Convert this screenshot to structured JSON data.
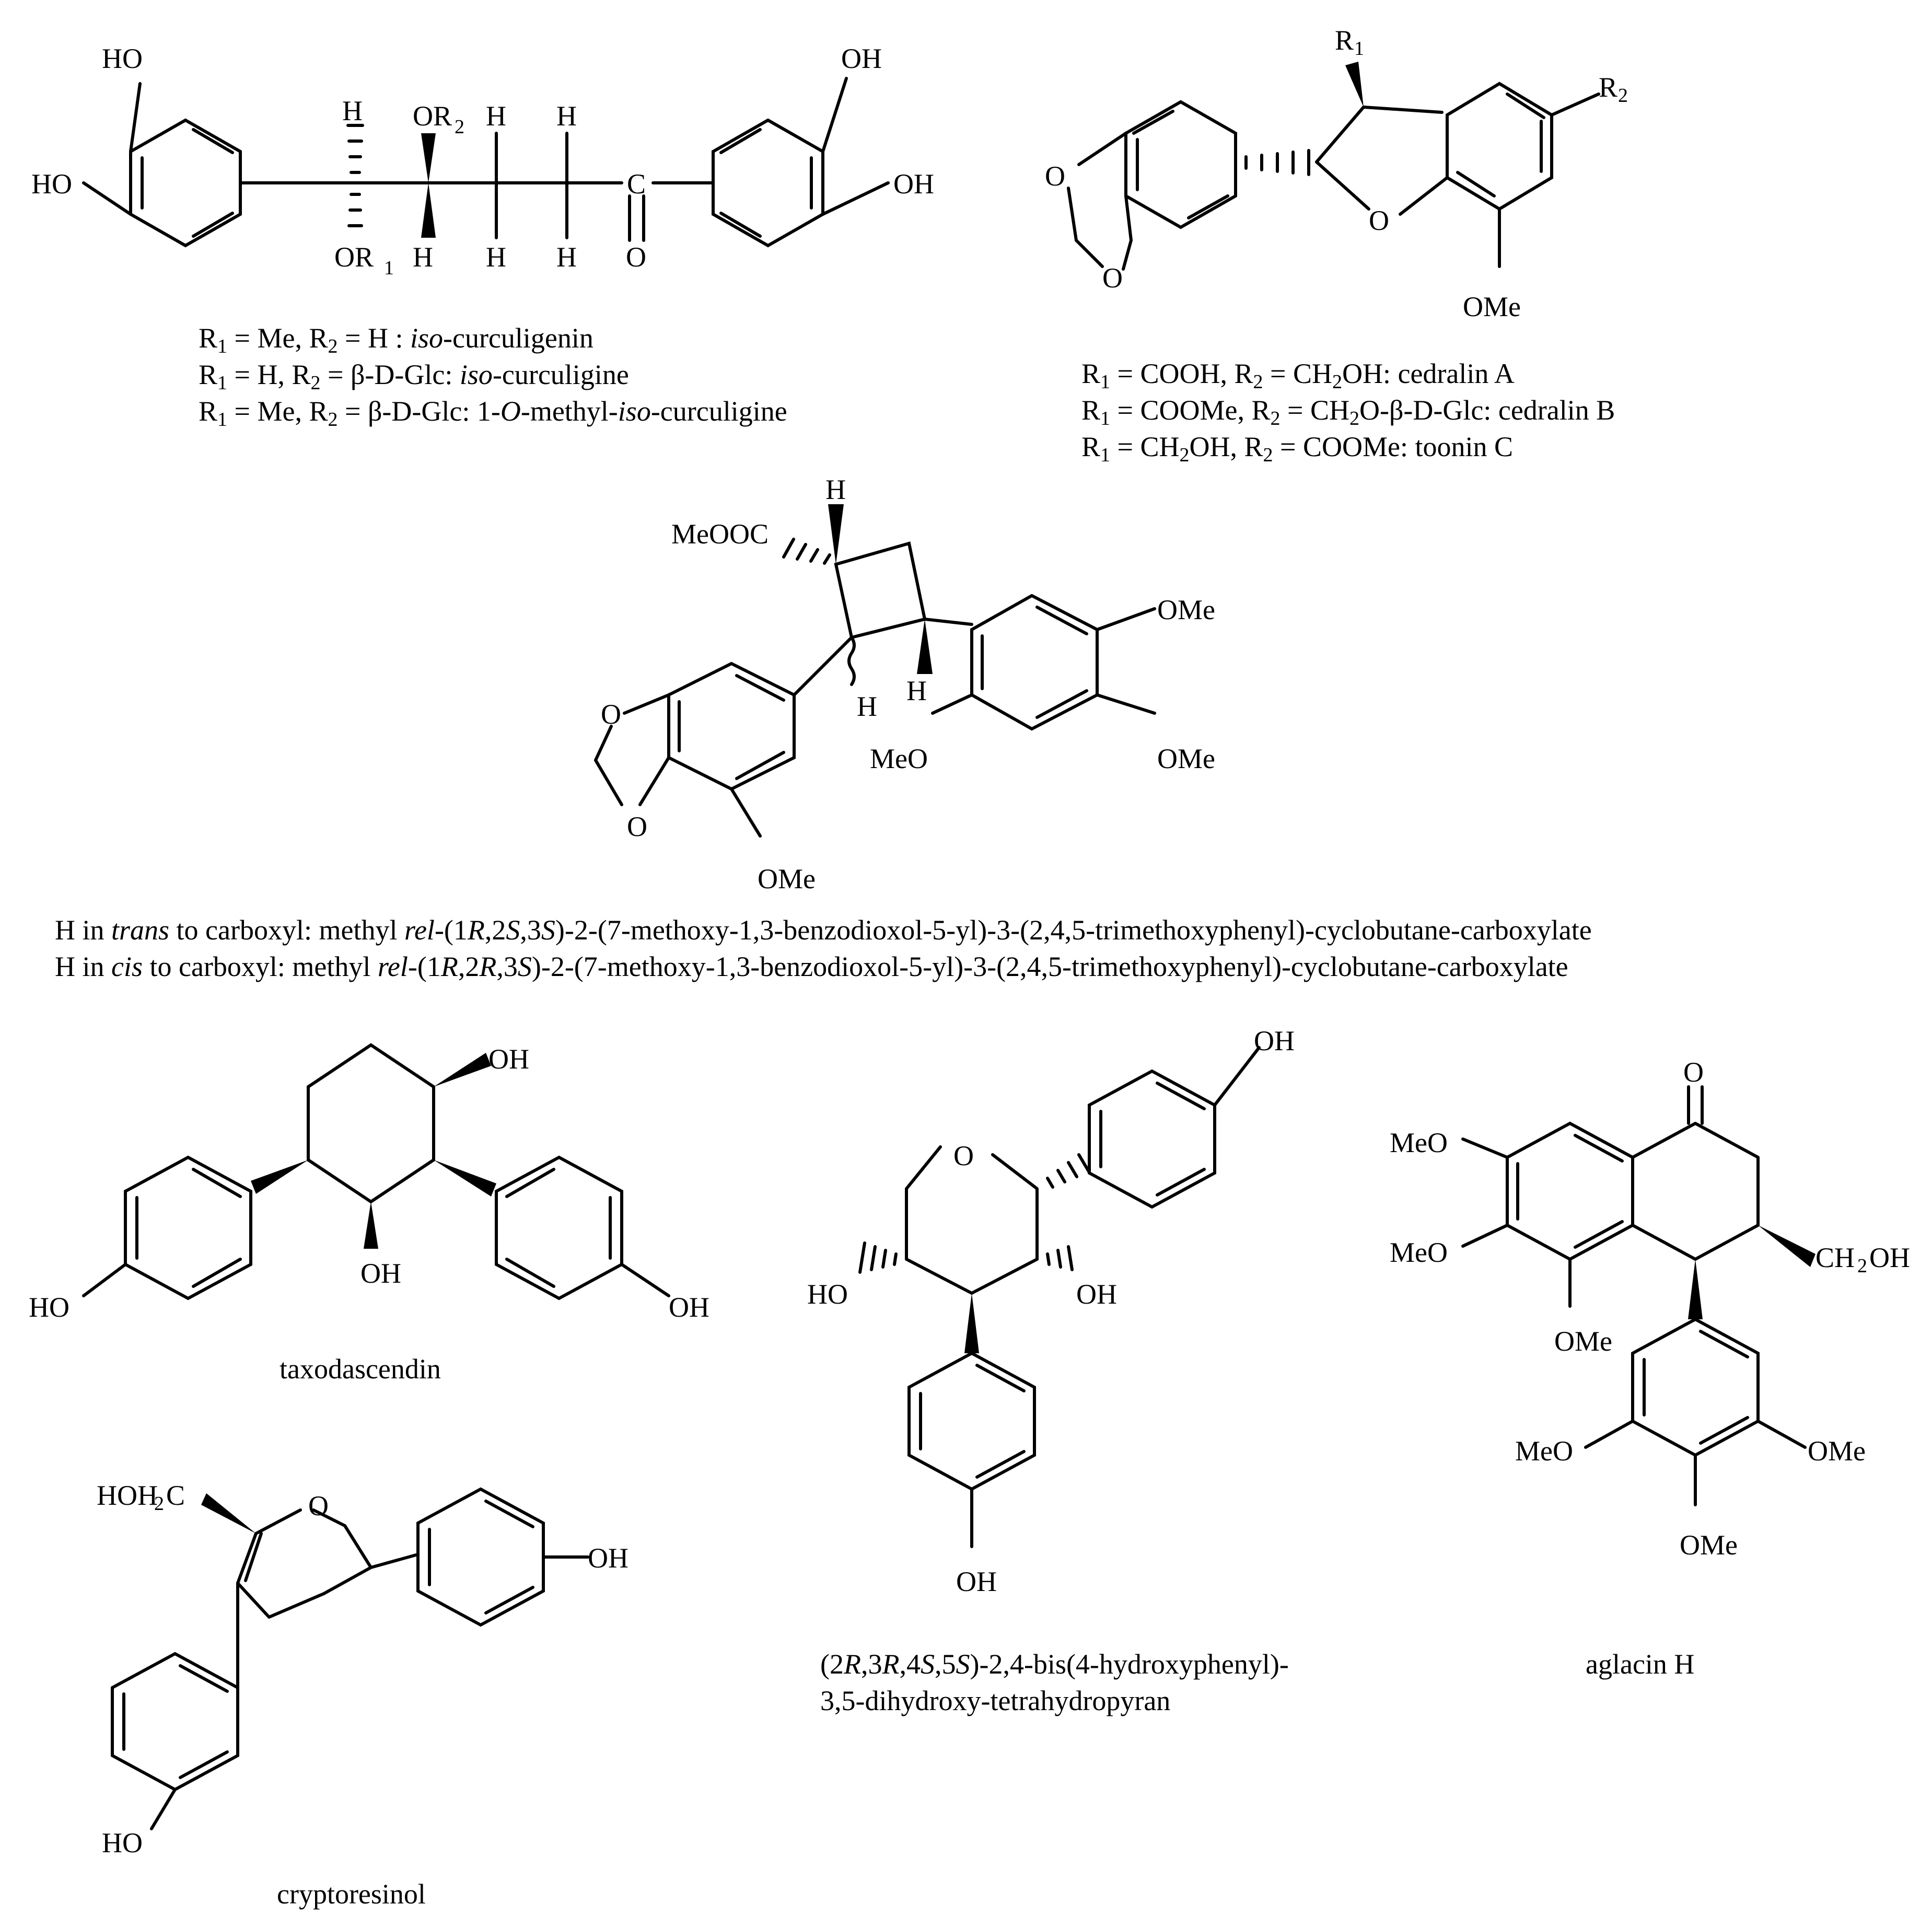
{
  "atoms": {
    "ho": "HO",
    "oh": "OH",
    "o": "O",
    "h": "H",
    "c": "C",
    "ome": "OMe",
    "meo": "MeO",
    "or2": "OR",
    "or1": "OR",
    "r": "R",
    "n1": "1",
    "n2": "2",
    "meooc": "MeOOC",
    "ch": "CH",
    "hoh": "HOH"
  },
  "structures": {
    "curculigenin": {
      "lines": [
        {
          "r": "R",
          "s1": "1",
          "t1": " = Me, R",
          "s2": "2",
          "t2": " = H : ",
          "it": "iso",
          "t3": "-curculigenin"
        },
        {
          "r": "R",
          "s1": "1",
          "t1": " = H, R",
          "s2": "2",
          "t2": " = β-D-Glc: ",
          "it": "iso",
          "t3": "-curculigine"
        },
        {
          "r": "R",
          "s1": "1",
          "t1": " = Me, R",
          "s2": "2",
          "t2": " = β-D-Glc: 1-",
          "it": "O",
          "t3": "-methyl-",
          "it2": "iso",
          "t4": "-curculigine"
        }
      ]
    },
    "cedralin": {
      "lines": [
        {
          "r": "R",
          "s1": "1",
          "t1": " = COOH, R",
          "s2": "2",
          "t2": " = CH",
          "s3": "2",
          "t3": "OH: cedralin A"
        },
        {
          "r": "R",
          "s1": "1",
          "t1": " = COOMe, R",
          "s2": "2",
          "t2": " = CH",
          "s3": "2",
          "t3": "O-β-D-Glc: cedralin B"
        },
        {
          "r": "R",
          "s1": "1",
          "t1": " = CH",
          "s2": "2",
          "t2": "OH, R",
          "s3": "2",
          "t3": " = COOMe: toonin C"
        }
      ]
    },
    "cyclobutane": {
      "lines": [
        {
          "a": "H in ",
          "it": "trans",
          "b": " to carboxyl: methyl ",
          "rel": "rel",
          "c": "-(1",
          "R1": "R",
          "d": ",2",
          "S2": "S",
          "e": ",3",
          "S3": "S",
          "f": ")-2-(7-methoxy-1,3-benzodioxol-5-yl)-3-(2,4,5-trimethoxyphenyl)-cyclobutane-carboxylate"
        },
        {
          "a": "H in ",
          "it": "cis",
          "b": " to carboxyl: methyl ",
          "rel": "rel",
          "c": "-(1",
          "R1": "R",
          "d": ",2",
          "S2": "R",
          "e": ",3",
          "S3": "S",
          "f": ")-2-(7-methoxy-1,3-benzodioxol-5-yl)-3-(2,4,5-trimethoxyphenyl)-cyclobutane-carboxylate"
        }
      ]
    },
    "taxodascendin": {
      "name": "taxodascendin"
    },
    "tetrahydropyran": {
      "line1": {
        "a": "(2",
        "b": "R",
        "c": ",3",
        "d": "R",
        "e": ",4",
        "f": "S",
        "g": ",5",
        "h": "S",
        "i": ")-2,4-bis(4-hydroxyphenyl)-"
      },
      "line2": "3,5-dihydroxy-tetrahydropyran"
    },
    "aglacin": {
      "name": "aglacin  H"
    },
    "cryptoresinol": {
      "name": "cryptoresinol"
    }
  }
}
